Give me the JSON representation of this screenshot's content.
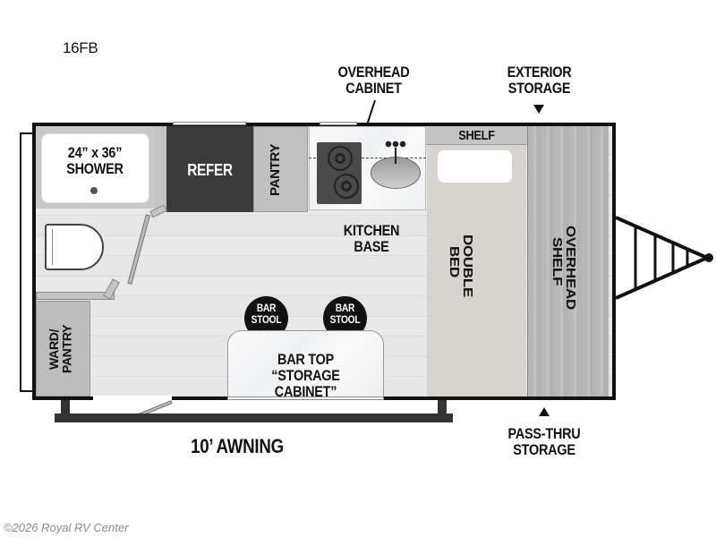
{
  "model": "16FB",
  "labels": {
    "overhead_cabinet": [
      "OVERHEAD",
      "CABINET"
    ],
    "exterior_storage": [
      "EXTERIOR",
      "STORAGE"
    ],
    "pass_thru_storage": [
      "PASS-THRU",
      "STORAGE"
    ],
    "shower": [
      "24” x 36”",
      "SHOWER"
    ],
    "refer": "REFER",
    "pantry": "PANTRY",
    "kitchen_base": [
      "KITCHEN",
      "BASE"
    ],
    "shelf": "SHELF",
    "double_bed": [
      "DOUBLE",
      "BED"
    ],
    "overhead_shelf": [
      "OVERHEAD",
      "SHELF"
    ],
    "ward_pantry": [
      "WARD/",
      "PANTRY"
    ],
    "bar_stool": [
      "BAR",
      "STOOL"
    ],
    "bar_top": [
      "BAR TOP",
      "“STORAGE CABINET”"
    ],
    "awning": "10’ AWNING"
  },
  "watermark": "©2026 Royal RV Center",
  "colors": {
    "wall": "#111111",
    "refer": "#3b3b3b",
    "cabinet": "#bdbdbd",
    "bed": "#d7d4d0",
    "floor": "#e4e4e4"
  }
}
